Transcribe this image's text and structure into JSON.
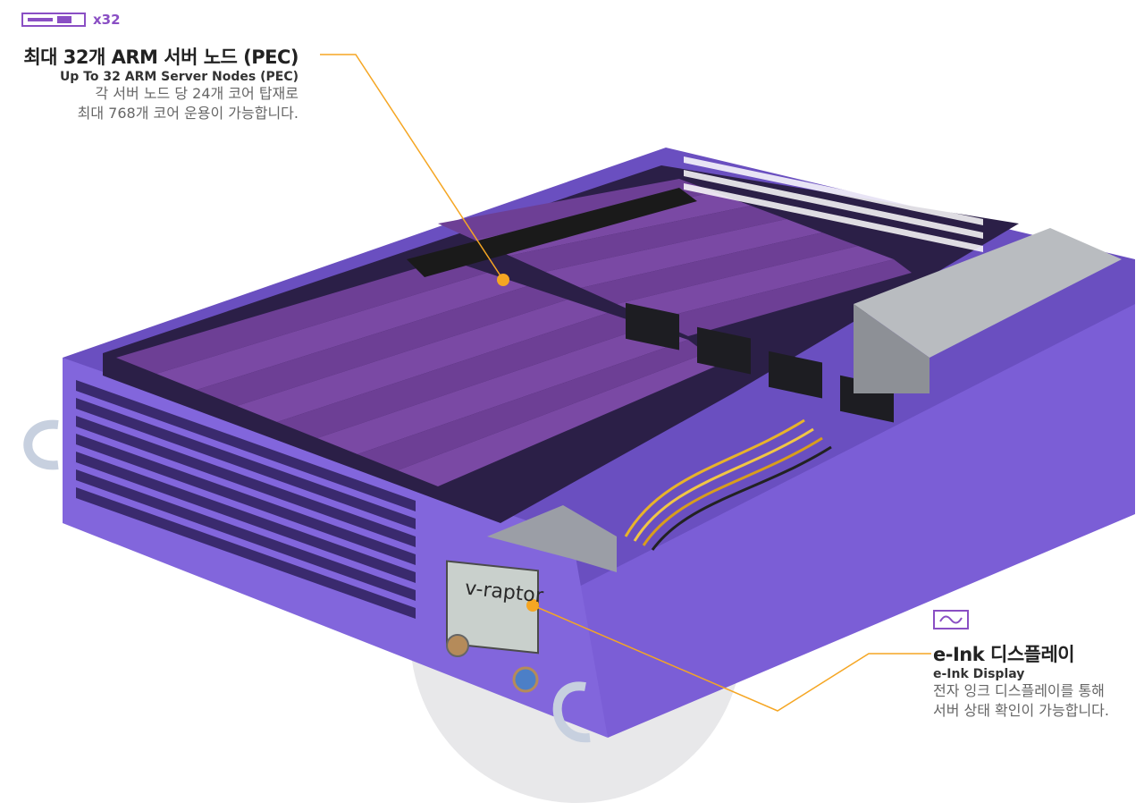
{
  "colors": {
    "accent": "#8a4fc4",
    "chassis": "#7a58cf",
    "chassis_dark": "#5b3fa8",
    "board": "#6a3d8c",
    "callout_line": "#f5a623"
  },
  "node_badge": {
    "icon": "module-icon",
    "count_label": "x32"
  },
  "callout_nodes": {
    "title_ko": "최대 32개 ARM 서버 노드 (PEC)",
    "title_en": "Up To 32 ARM Server Nodes (PEC)",
    "desc_line1": "각 서버 노드 당 24개 코어 탑재로",
    "desc_line2": "최대 768개 코어 운용이 가능합니다."
  },
  "callout_display": {
    "icon": "wave-icon",
    "title_ko": "e-Ink 디스플레이",
    "title_en": "e-Ink Display",
    "desc_line1": "전자 잉크 디스플레이를 통해",
    "desc_line2": "서버 상태 확인이 가능합니다."
  },
  "device": {
    "display_brand": "v-raptor"
  }
}
